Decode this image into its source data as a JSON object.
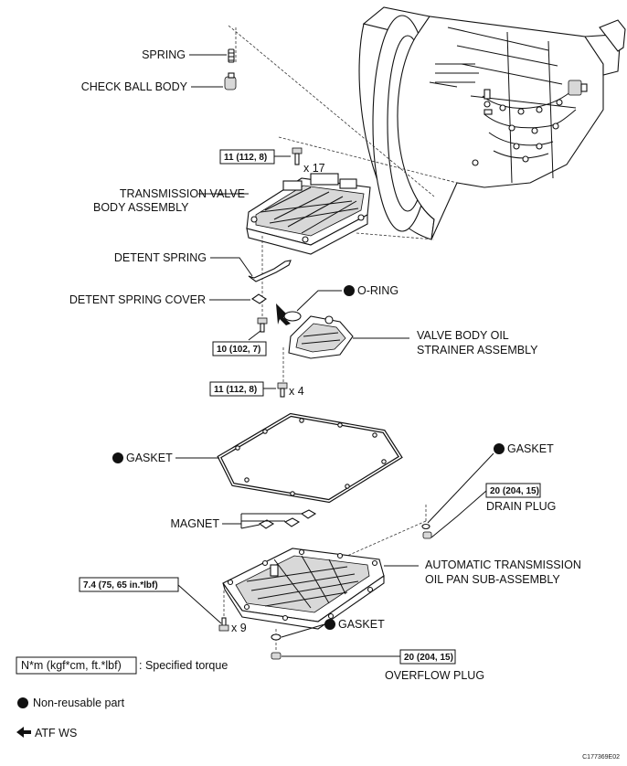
{
  "labels": {
    "spring": "SPRING",
    "check_ball_body": "CHECK BALL BODY",
    "valve_body_line1": "TRANSMISSION VALVE",
    "valve_body_line2": "BODY ASSEMBLY",
    "detent_spring": "DETENT SPRING",
    "detent_spring_cover": "DETENT SPRING COVER",
    "o_ring": "O-RING",
    "strainer_line1": "VALVE BODY OIL",
    "strainer_line2": "STRAINER ASSEMBLY",
    "gasket_pan": "GASKET",
    "gasket_drain": "GASKET",
    "drain_plug": "DRAIN PLUG",
    "magnet": "MAGNET",
    "oil_pan_line1": "AUTOMATIC TRANSMISSION",
    "oil_pan_line2": "OIL PAN SUB-ASSEMBLY",
    "gasket_overflow": "GASKET",
    "overflow_plug": "OVERFLOW PLUG"
  },
  "torques": {
    "valve_body_bolt": "11 (112, 8)",
    "detent_cover_bolt": "10 (102, 7)",
    "strainer_bolt": "11 (112, 8)",
    "drain_plug": "20 (204, 15)",
    "oil_pan_bolt": "7.4 (75, 65 in.*lbf)",
    "overflow_plug": "20 (204, 15)"
  },
  "quantities": {
    "valve_body_bolt": "x 17",
    "strainer_bolt": "x 4",
    "oil_pan_bolt": "x 9"
  },
  "legend": {
    "torque_unit": "N*m (kgf*cm, ft.*lbf)",
    "torque_desc": ": Specified torque",
    "non_reusable": "Non-reusable part",
    "atf": "ATF WS"
  },
  "figure_id": "C177369E02",
  "icons": {
    "non_reusable": "filled-circle-icon",
    "atf": "arrow-left-icon"
  }
}
